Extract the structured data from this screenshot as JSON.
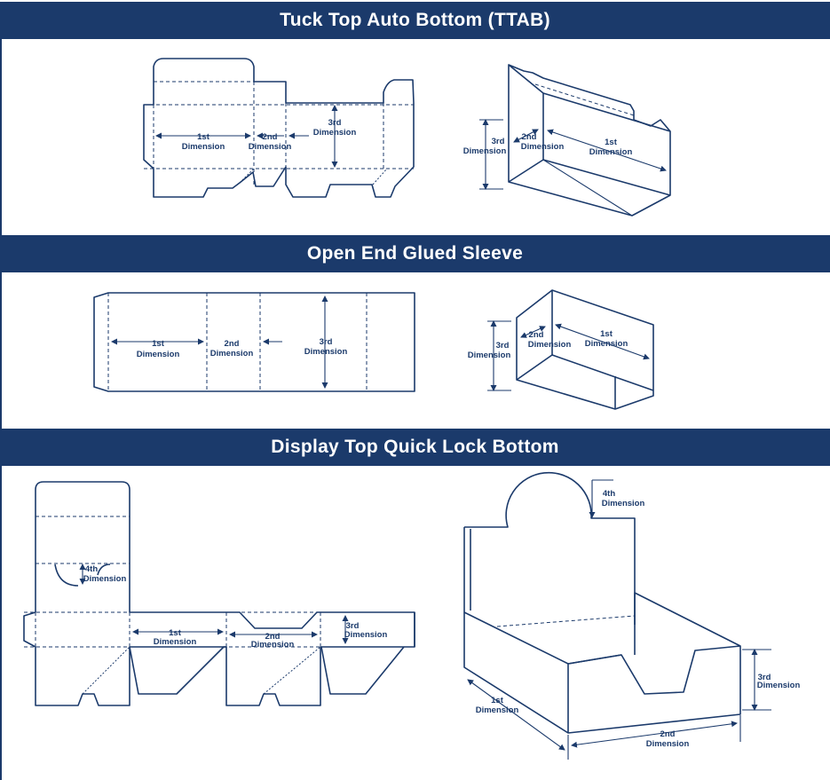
{
  "sections": [
    {
      "title": "Tuck Top Auto Bottom (TTAB)",
      "flat": {
        "dim1": [
          "1st",
          "Dimension"
        ],
        "dim2": [
          "2nd",
          "Dimension"
        ],
        "dim3": [
          "3rd",
          "Dimension"
        ]
      },
      "box": {
        "dim1": [
          "1st",
          "Dimension"
        ],
        "dim2": [
          "2nd",
          "Dimension"
        ],
        "dim3": [
          "3rd",
          "Dimension"
        ]
      }
    },
    {
      "title": "Open End Glued Sleeve",
      "flat": {
        "dim1": [
          "1st",
          "Dimension"
        ],
        "dim2": [
          "2nd",
          "Dimension"
        ],
        "dim3": [
          "3rd",
          "Dimension"
        ]
      },
      "box": {
        "dim1": [
          "1st",
          "Dimension"
        ],
        "dim2": [
          "2nd",
          "Dimension"
        ],
        "dim3": [
          "3rd",
          "Dimension"
        ]
      }
    },
    {
      "title": "Display Top Quick Lock Bottom",
      "flat": {
        "dim1": [
          "1st",
          "Dimension"
        ],
        "dim2": [
          "2nd",
          "Dimension"
        ],
        "dim3": [
          "3rd",
          "Dimension"
        ],
        "dim4": [
          "4th",
          "Dimension"
        ]
      },
      "box": {
        "dim1": [
          "1st",
          "Dimension"
        ],
        "dim2": [
          "2nd",
          "Dimension"
        ],
        "dim3": [
          "3rd",
          "Dimension"
        ],
        "dim4": [
          "4th",
          "Dimension"
        ]
      }
    }
  ],
  "colors": {
    "band": "#1b3a6b",
    "line": "#1b3a6b",
    "background": "#ffffff"
  }
}
